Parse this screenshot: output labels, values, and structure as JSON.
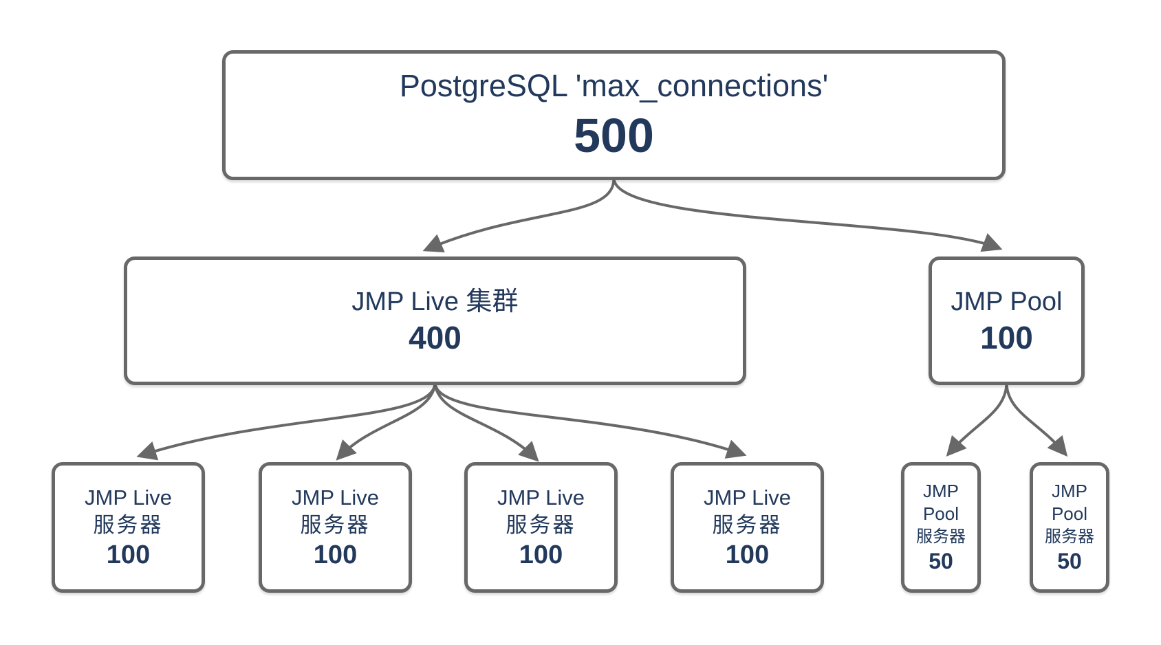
{
  "nodes": {
    "root": {
      "title": "PostgreSQL 'max_connections'",
      "value": "500"
    },
    "cluster": {
      "title": "JMP Live 集群",
      "value": "400"
    },
    "pool": {
      "title": "JMP Pool",
      "value": "100"
    },
    "live_servers": [
      {
        "line1": "JMP Live",
        "line2": "服务器",
        "value": "100"
      },
      {
        "line1": "JMP Live",
        "line2": "服务器",
        "value": "100"
      },
      {
        "line1": "JMP Live",
        "line2": "服务器",
        "value": "100"
      },
      {
        "line1": "JMP Live",
        "line2": "服务器",
        "value": "100"
      }
    ],
    "pool_servers": [
      {
        "line1": "JMP",
        "line2": "Pool",
        "line3": "服务器",
        "value": "50"
      },
      {
        "line1": "JMP",
        "line2": "Pool",
        "line3": "服务器",
        "value": "50"
      }
    ]
  },
  "colors": {
    "border_and_arrows": "#686868",
    "text": "#22395c",
    "background": "#ffffff"
  }
}
